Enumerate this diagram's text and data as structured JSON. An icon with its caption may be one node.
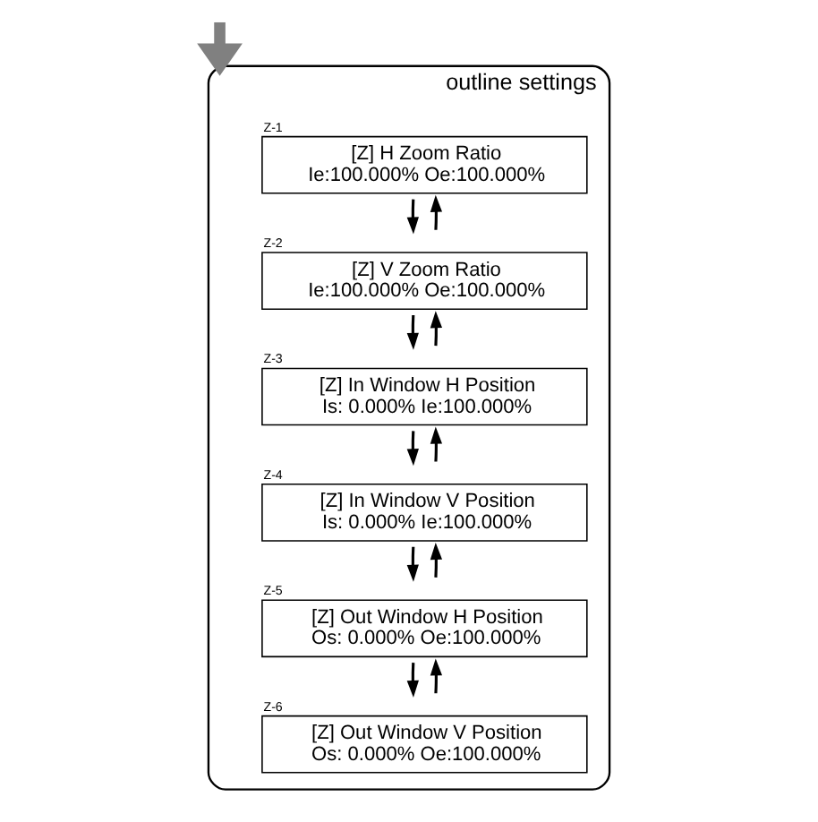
{
  "diagram": {
    "nodes": [
      {
        "text": [
          "outline settings"
        ]
      },
      {
        "text": [
          "[Z] H Zoom Ratio",
          "Ie:100.000% Oe:100.000%"
        ],
        "in": 0,
        "beside": [
          "Z-1"
        ]
      },
      {
        "text": [
          "[Z] V Zoom Ratio",
          "Ie:100.000% Oe:100.000%"
        ],
        "in": 0,
        "beside": [
          "Z-2"
        ]
      },
      {
        "text": [
          "[Z] In Window H Position",
          "Is: 0.000% Ie:100.000%"
        ],
        "in": 0,
        "beside": [
          "Z-3"
        ]
      },
      {
        "text": [
          "[Z] In Window V Position",
          "Is: 0.000% Ie:100.000%"
        ],
        "in": 0,
        "beside": [
          "Z-4"
        ]
      },
      {
        "text": [
          "[Z] Out Window H Position",
          "Os: 0.000% Oe:100.000%"
        ],
        "in": 0,
        "beside": [
          "Z-5"
        ]
      },
      {
        "text": [
          "[Z] Out Window V Position",
          "Os: 0.000% Oe:100.000%"
        ],
        "in": 0,
        "beside": [
          "Z-6"
        ]
      }
    ],
    "edges": [
      {
        "from": null,
        "to": 0,
        "arrow": "to",
        "style": "thick",
        "color": "#808080"
      },
      {
        "from": 2,
        "to": 1,
        "arrow": "to"
      },
      {
        "from": 1,
        "to": 2,
        "arrow": "to"
      },
      {
        "from": 3,
        "to": 2,
        "arrow": "to"
      },
      {
        "from": 2,
        "to": 3,
        "arrow": "to"
      },
      {
        "from": 4,
        "to": 3,
        "arrow": "to"
      },
      {
        "from": 3,
        "to": 4,
        "arrow": "to"
      },
      {
        "from": 5,
        "to": 4,
        "arrow": "to"
      },
      {
        "from": 4,
        "to": 5,
        "arrow": "to"
      },
      {
        "from": 6,
        "to": 5,
        "arrow": "to"
      },
      {
        "from": 5,
        "to": 6,
        "arrow": "to"
      }
    ]
  }
}
